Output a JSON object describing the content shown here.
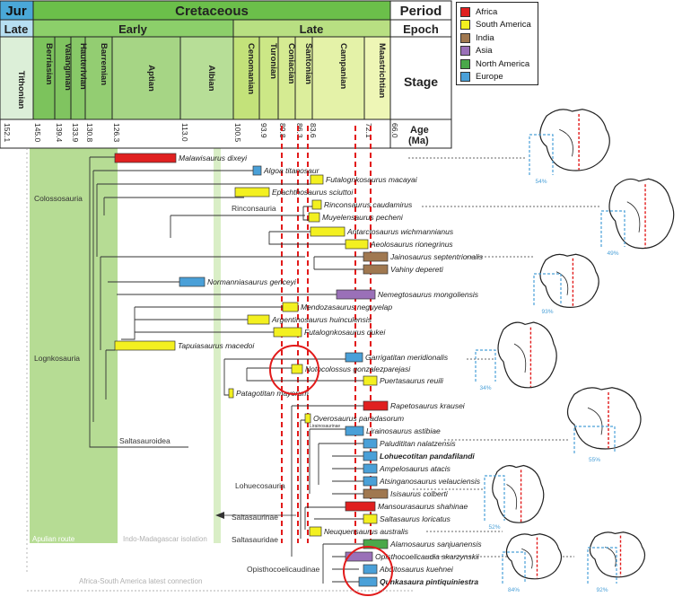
{
  "header": {
    "period_row": {
      "jur": "Jur",
      "cretaceous": "Cretaceous",
      "label": "Period"
    },
    "epoch_row": {
      "late_jur": "Late",
      "early": "Early",
      "late": "Late",
      "label": "Epoch"
    },
    "stages": [
      "Tithonian",
      "Berriasian",
      "Valanginian",
      "Hauterivian",
      "Barremian",
      "Aptian",
      "Albian",
      "Cenomanian",
      "Turonian",
      "Coniacian",
      "Santonian",
      "Campanian",
      "Maastrichtian"
    ],
    "stage_label": "Stage",
    "ages": [
      "152.1",
      "145.0",
      "139.4",
      "133.9",
      "130.8",
      "126.3",
      "113.0",
      "100.5",
      "93.9",
      "89.8",
      "86.3",
      "83.6",
      "72.1",
      "66.0"
    ],
    "age_label": "Age\n(Ma)"
  },
  "legend": [
    {
      "label": "Africa",
      "color": "#e02020"
    },
    {
      "label": "South America",
      "color": "#f3f020"
    },
    {
      "label": "India",
      "color": "#a07850"
    },
    {
      "label": "Asia",
      "color": "#9a70b8"
    },
    {
      "label": "North America",
      "color": "#4aa84a"
    },
    {
      "label": "Europe",
      "color": "#4aa0d8"
    }
  ],
  "taxa": [
    {
      "name": "Malawisaurus dixeyi",
      "region": "Africa"
    },
    {
      "name": "Algoa titanosaur",
      "region": "Europe"
    },
    {
      "name": "Futalognkosaurus macayai",
      "region": "South America"
    },
    {
      "name": "Epachthosaurus sciuttoi",
      "region": "South America"
    },
    {
      "name": "Rinconsaurus caudamirus",
      "region": "South America"
    },
    {
      "name": "Muyelensaurus pecheni",
      "region": "South America"
    },
    {
      "name": "Antarctosaurus wichmannianus",
      "region": "South America"
    },
    {
      "name": "Aeolosaurus rionegrinus",
      "region": "South America"
    },
    {
      "name": "Jainosaurus septentrionalis",
      "region": "India"
    },
    {
      "name": "Vahiny depereti",
      "region": "India"
    },
    {
      "name": "Normanniasaurus genceyi",
      "region": "Europe"
    },
    {
      "name": "Nemegtosaurus mongoliensis",
      "region": "Asia"
    },
    {
      "name": "Mendozasaurus neguyelap",
      "region": "South America"
    },
    {
      "name": "Argentinosaurus huinculensis",
      "region": "South America"
    },
    {
      "name": "Futalognkosaurus dukei",
      "region": "South America"
    },
    {
      "name": "Tapuiasaurus macedoi",
      "region": "South America"
    },
    {
      "name": "Garrigatitan meridionalis",
      "region": "Europe"
    },
    {
      "name": "Notocolossus gonzalezparejasi",
      "region": "South America"
    },
    {
      "name": "Puertasaurus reuili",
      "region": "South America"
    },
    {
      "name": "Patagotitan mayorum",
      "region": "South America"
    },
    {
      "name": "Rapetosaurus krausei",
      "region": "Africa"
    },
    {
      "name": "Overosaurus paradasorum",
      "region": "South America"
    },
    {
      "name": "Lirainosaurus astibiae",
      "region": "Europe"
    },
    {
      "name": "Paludititan nalatzensis",
      "region": "Europe"
    },
    {
      "name": "Lohuecotitan pandafilandi",
      "region": "Europe"
    },
    {
      "name": "Ampelosaurus atacis",
      "region": "Europe"
    },
    {
      "name": "Atsinganosaurus velauciensis",
      "region": "Europe"
    },
    {
      "name": "Isisaurus colberti",
      "region": "India"
    },
    {
      "name": "Mansourasaurus shahinae",
      "region": "Africa"
    },
    {
      "name": "Saltasaurus loricatus",
      "region": "South America"
    },
    {
      "name": "Neuquensaurus australis",
      "region": "South America"
    },
    {
      "name": "Alamosaurus sanjuanensis",
      "region": "North America"
    },
    {
      "name": "Opisthocoelicaudia skarzynskii",
      "region": "Asia"
    },
    {
      "name": "Abditosaurus kuehnei",
      "region": "Europe"
    },
    {
      "name": "Qunkasaura pintiquiniestra",
      "region": "Europe"
    }
  ],
  "clades": [
    "Colossosauria",
    "Rinconsauria",
    "Lognkosauria",
    "Saltasauroidea",
    "Lohuecosauria",
    "Lirainosaurinae",
    "Saltasaurinae",
    "Saltasauridae",
    "Opisthocoelicaudinae"
  ],
  "footer": [
    "Apulian route",
    "Indo-Madagascar isolation",
    "Africa-South America latest connection"
  ],
  "percents": [
    "54%",
    "49%",
    "93%",
    "34%",
    "55%",
    "52%",
    "84%",
    "92%"
  ]
}
